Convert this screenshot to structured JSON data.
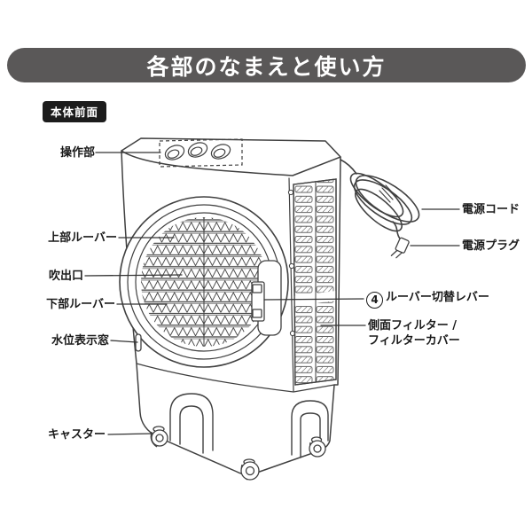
{
  "title": "各部のなまえと使い方",
  "section_badge": "本体前面",
  "part_labels": {
    "control_panel": "操作部",
    "upper_louver": "上部ルーバー",
    "air_outlet": "吹出口",
    "lower_louver": "下部ルーバー",
    "water_level_window": "水位表示窓",
    "caster": "キャスター",
    "power_cord": "電源コード",
    "power_plug": "電源プラグ",
    "louver_lever_num": "4",
    "louver_lever": "ルーバー切替レバー",
    "side_filter_line1": "側面フィルター /",
    "side_filter_line2": "フィルターカバー"
  },
  "colors": {
    "title_bar_bg": "#5a5858",
    "badge_bg": "#1c1c1c",
    "line_art": "#404040",
    "text": "#1a1a1a"
  }
}
